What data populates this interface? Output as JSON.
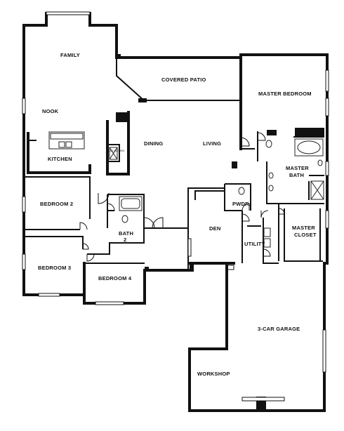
{
  "rooms": {
    "family": "FAMILY",
    "covered_patio": "COVERED PATIO",
    "master_bedroom": "MASTER BEDROOM",
    "nook": "NOOK",
    "kitchen": "KITCHEN",
    "built_in_oven": "BUILT-IN OVEN",
    "dining": "DINING",
    "living": "LIVING",
    "master_bath_1": "MASTER",
    "master_bath_2": "BATH",
    "bedroom_2": "BEDROOM 2",
    "pwdr": "PWDR.",
    "master_closet_1": "MASTER",
    "master_closet_2": "CLOSET",
    "bath_2_1": "BATH",
    "bath_2_2": "2",
    "den": "DEN",
    "utility": "UTILITY",
    "bedroom_3": "BEDROOM 3",
    "bedroom_4": "BEDROOM 4",
    "garage": "3-CAR GARAGE",
    "workshop": "WORKSHOP"
  }
}
